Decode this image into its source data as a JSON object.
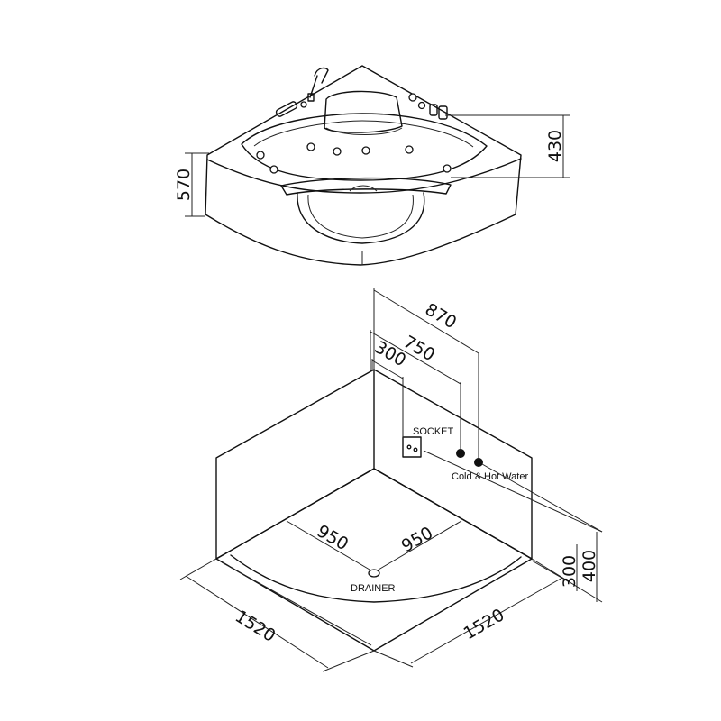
{
  "labels": {
    "socket": "SOCKET",
    "cold": "Cold",
    "amp": "&",
    "hot_water": "Hot  Water",
    "drainer": "DRAINER"
  },
  "dimensions": {
    "height_total": "570",
    "height_rim": "430",
    "depth_870": "870",
    "depth_750": "750",
    "depth_300": "300",
    "height_400": "400",
    "height_300": "300",
    "diag_left_950": "950",
    "diag_right_950": "950",
    "width_left_1520": "1520",
    "width_right_1520": "1520"
  },
  "colors": {
    "cold": "#1a2bd6",
    "hot": "#e01010",
    "line": "#111111"
  }
}
